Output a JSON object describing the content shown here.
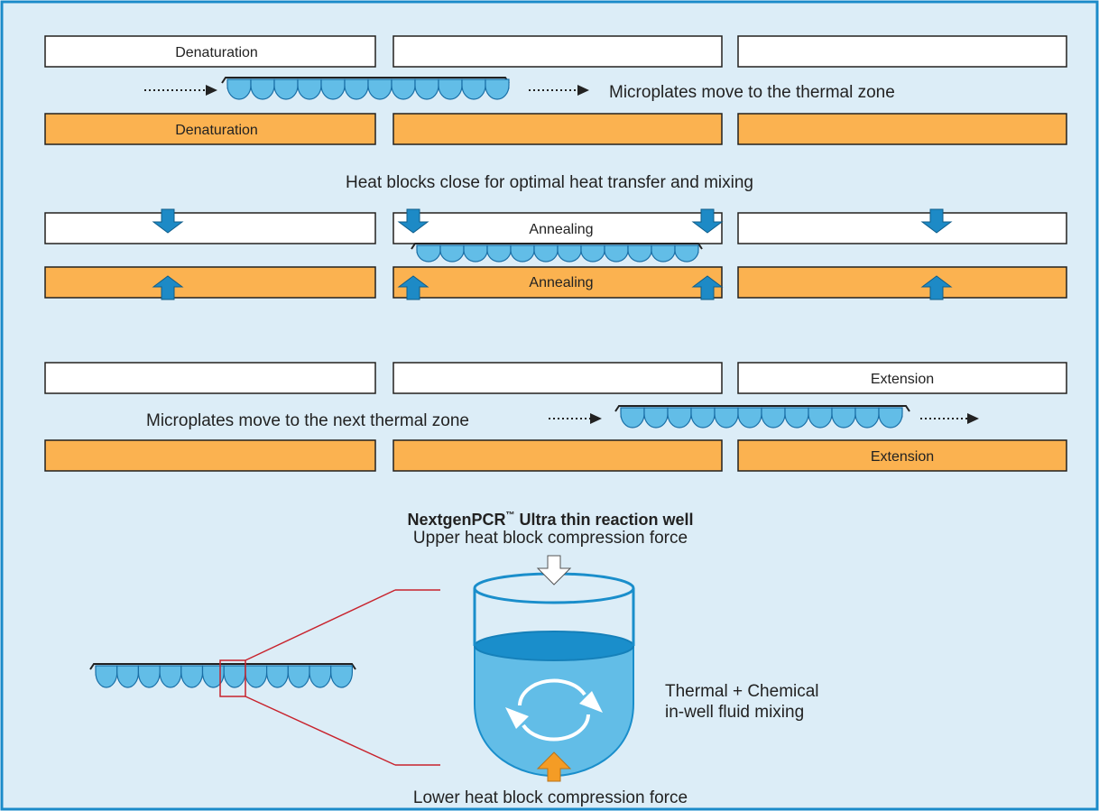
{
  "colors": {
    "background": "#dcedf7",
    "frame": "#1b8bc9",
    "upper_block": "#ffffff",
    "lower_block": "#fbb250",
    "block_outline": "#23211f",
    "arrow_blue": "#1d8ac6",
    "well_fill": "#62bde7",
    "well_top": "#1a8ecb",
    "arrow_orange": "#f49c25",
    "zoom_line": "#c8232d"
  },
  "icons": {
    "microplate": "microplate-strip-icon",
    "dotted_arrow": "dotted-arrow-right-icon",
    "press_arrow_down": "blue-arrow-down-icon",
    "press_arrow_up": "blue-arrow-up-icon",
    "mixing": "circular-arrows-icon"
  },
  "step1": {
    "upper_labels": [
      "Denaturation",
      "",
      ""
    ],
    "lower_labels": [
      "Denaturation",
      "",
      ""
    ],
    "caption": "Microplates move to the thermal zone"
  },
  "step2": {
    "caption": "Heat blocks close for optimal heat transfer and mixing",
    "upper_labels": [
      "",
      "Annealing",
      ""
    ],
    "lower_labels": [
      "",
      "Annealing",
      ""
    ]
  },
  "step3": {
    "upper_labels": [
      "",
      "",
      "Extension"
    ],
    "lower_labels": [
      "",
      "",
      "Extension"
    ],
    "caption": "Microplates move to the next thermal zone"
  },
  "detail": {
    "title": "NextgenPCR",
    "trademark": "™",
    "title_rest": " Ultra thin reaction well",
    "upper_force": "Upper heat block compression force",
    "mixing_line1": "Thermal + Chemical",
    "mixing_line2": "in-well fluid mixing",
    "lower_force": "Lower heat block compression force"
  }
}
